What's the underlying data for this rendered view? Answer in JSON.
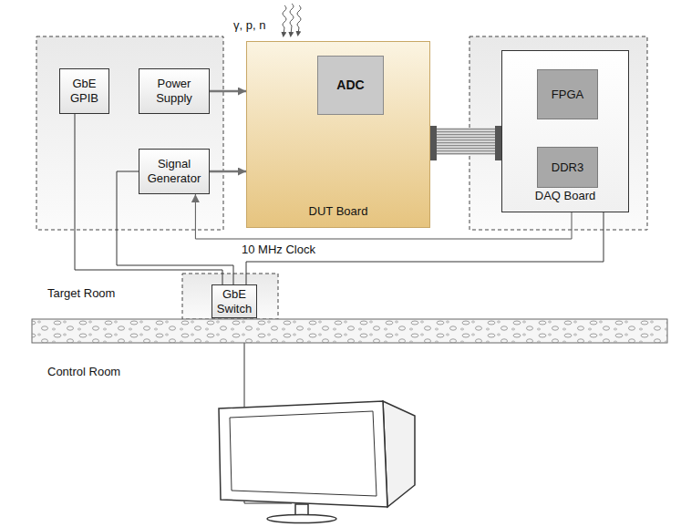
{
  "diagram": {
    "nodes": [
      {
        "text": [
          "GbE GPIB"
        ]
      },
      {
        "text": [
          "Power Supply"
        ]
      },
      {
        "text": [
          "Signal Generator"
        ]
      },
      {
        "text": [
          "DUT Board"
        ]
      },
      {
        "text": [
          "ADC"
        ],
        "in": 3
      },
      {
        "text": [
          "DAQ Board"
        ]
      },
      {
        "text": [
          "FPGA"
        ],
        "in": 5
      },
      {
        "text": [
          "DDR3"
        ],
        "in": 5
      },
      {
        "text": [
          "GbE Switch"
        ]
      }
    ],
    "edges": [
      {
        "from": 1,
        "to": 3,
        "arrow": "to"
      },
      {
        "from": 2,
        "to": 3,
        "arrow": "to"
      },
      {
        "from": 5,
        "to": 2,
        "label": "10 MHz Clock",
        "arrow": "to"
      },
      {
        "from": 0,
        "to": 8,
        "arrow": "none"
      },
      {
        "from": 2,
        "to": 8,
        "arrow": "none"
      },
      {
        "from": 5,
        "to": 8,
        "arrow": "none"
      },
      {
        "from": 3,
        "to": 5,
        "arrow": "none"
      }
    ],
    "labels": [
      "γ, p, n",
      "Target Room",
      "Control Room"
    ]
  }
}
